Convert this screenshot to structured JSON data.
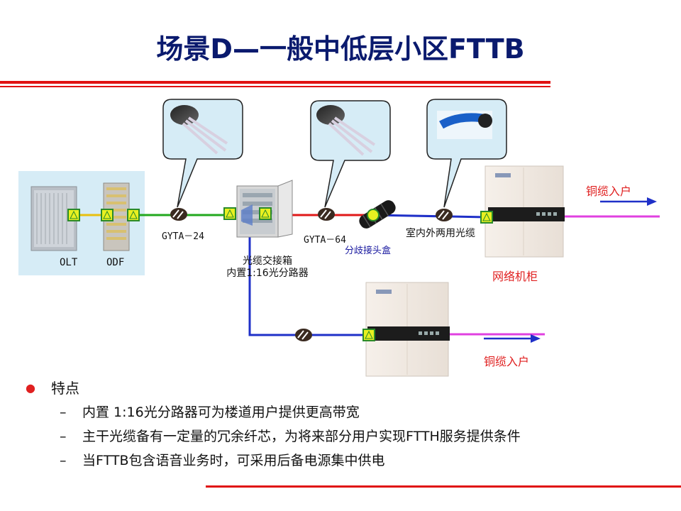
{
  "title": "场景D—一般中低层小区FTTB",
  "devices": {
    "olt": "OLT",
    "odf": "ODF"
  },
  "cables": {
    "c1": "GYTA－24",
    "c2": "GYTA－64",
    "c3": "室内外两用光缆"
  },
  "cabinet": {
    "line1": "光缆交接箱",
    "line2": "内置1:16光分路器"
  },
  "splice": "分歧接头盒",
  "network_cabinet": "网络机柜",
  "copper1": "铜缆入户",
  "copper2": "铜缆入户",
  "bullets": {
    "heading": "特点",
    "items": [
      "内置 1:16光分路器可为楼道用户提供更高带宽",
      "主干光缆备有一定量的冗余纤芯，为将来部分用户实现FTTH服务提供条件",
      "当FTTB包含语音业务时，可采用后备电源集中供电"
    ]
  },
  "colors": {
    "green": "#22a81e",
    "red": "#e01818",
    "blue": "#1f30c8",
    "magenta": "#e040e0",
    "title": "#0a1a6e"
  }
}
